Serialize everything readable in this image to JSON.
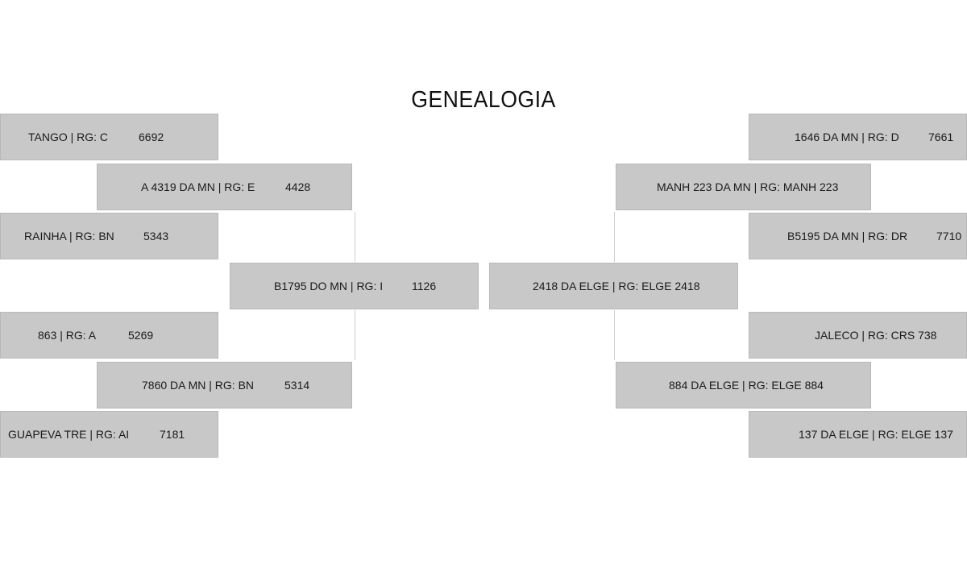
{
  "title": "GENEALOGIA",
  "pedigree": {
    "sire": {
      "name": "B1795 DO MN | RG: I",
      "code": "1126"
    },
    "dam": {
      "name": "2418 DA ELGE | RG: ELGE 2418"
    },
    "sire_sire": {
      "name": "A 4319 DA MN | RG: E",
      "code": "4428"
    },
    "sire_dam": {
      "name": "7860 DA MN | RG: BN",
      "code": "5314"
    },
    "dam_sire": {
      "name": "MANH 223 DA MN | RG: MANH 223"
    },
    "dam_dam": {
      "name": "884 DA ELGE | RG: ELGE 884"
    },
    "sss": {
      "name": "TANGO | RG: C",
      "code": "6692"
    },
    "ssd": {
      "name": "RAINHA | RG: BN",
      "code": "5343"
    },
    "sds": {
      "name": "863 | RG: A",
      "code": "5269"
    },
    "sdd": {
      "name": "GUAPEVA TRE | RG: AI",
      "code": "7181"
    },
    "dss": {
      "name": "1646 DA MN | RG: D",
      "code": "7661"
    },
    "dsd": {
      "name": "B5195 DA MN | RG: DR",
      "code": "7710"
    },
    "dds": {
      "name": "JALECO | RG: CRS 738"
    },
    "ddd": {
      "name": "137 DA ELGE | RG: ELGE 137"
    }
  }
}
